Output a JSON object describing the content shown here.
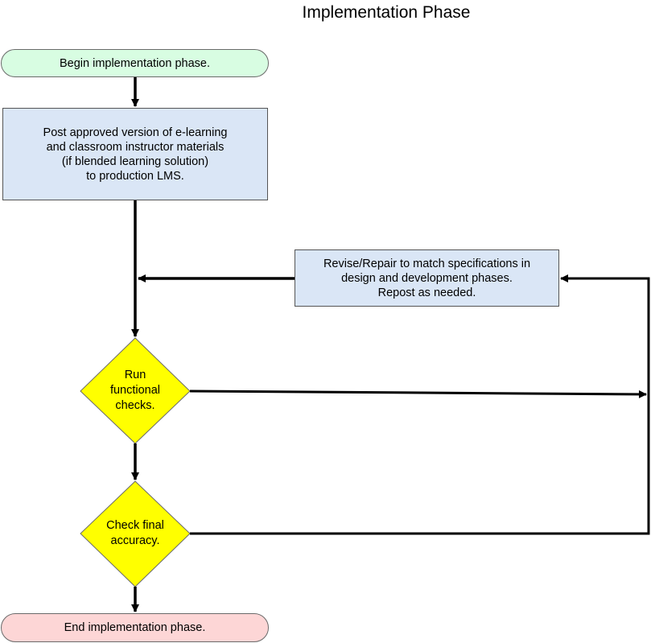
{
  "diagram": {
    "title": "Implementation Phase",
    "nodes": {
      "start": "Begin implementation phase.",
      "post_materials": "Post approved version of e-learning\nand classroom instructor materials\n(if blended learning solution)\nto production LMS.",
      "revise_repair": "Revise/Repair to match specifications in\ndesign and development phases.\nRepost as needed.",
      "run_checks": "Run\nfunctional\nchecks.",
      "check_accuracy": "Check final\naccuracy.",
      "end": "End implementation phase."
    },
    "colors": {
      "start_fill": "#d8fde2",
      "end_fill": "#fdd6d6",
      "process_fill": "#dae6f6",
      "decision_fill": "#ffff00",
      "connector": "#000000"
    }
  }
}
